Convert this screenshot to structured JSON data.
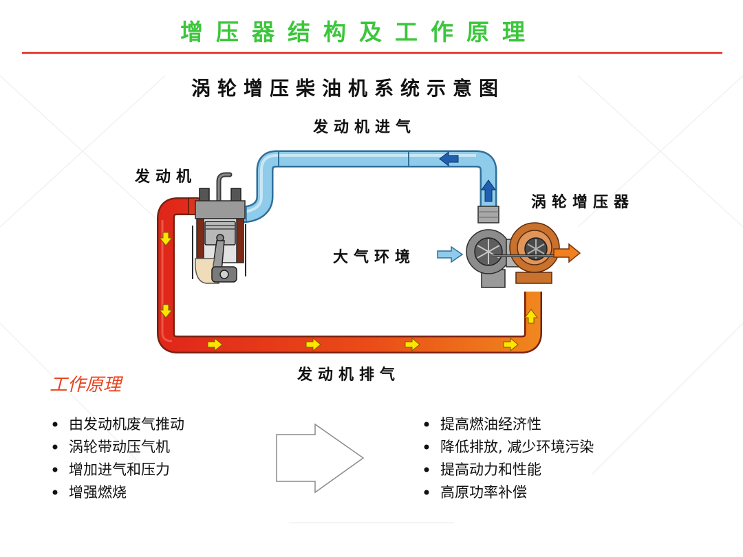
{
  "slide": {
    "title": "增压器结构及工作原理"
  },
  "diagram": {
    "title": "涡轮增压柴油机系统示意图",
    "labels": {
      "intake": "发动机进气",
      "engine": "发动机",
      "turbocharger": "涡轮增压器",
      "atmosphere": "大气环境",
      "exhaust": "发动机排气"
    }
  },
  "principle": {
    "heading": "工作原理",
    "causes": [
      "由发动机废气推动",
      "涡轮带动压气机",
      "增加进气和压力",
      "增强燃烧"
    ],
    "benefits": [
      "提高燃油经济性",
      "降低排放, 减少环境污染",
      "提高动力和性能",
      "高原功率补偿"
    ]
  },
  "colors": {
    "title": "#3cc63c",
    "rule": "#e2231a",
    "heading": "#e8431e",
    "intake_pipe": "#8fcbea",
    "intake_arrow": "#1f5fb0",
    "exhaust_start": "#e0261a",
    "exhaust_end": "#f0881e",
    "flow_arrow": "#ffe400",
    "turbine": "#c8722e",
    "compressor": "#8c8c8c"
  }
}
